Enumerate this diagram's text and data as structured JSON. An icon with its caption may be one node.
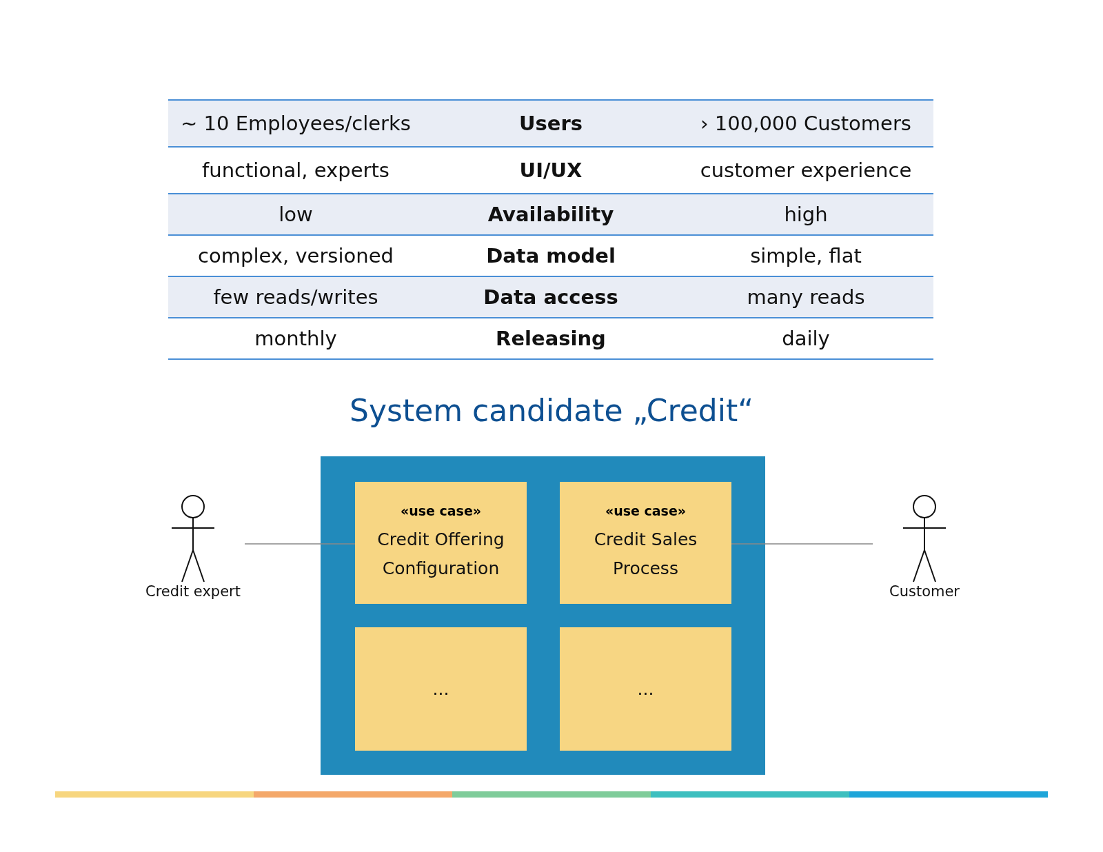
{
  "diagram": {
    "title": "System candidate „Credit“",
    "nodes": [
      {
        "text": [],
        "shape": "box"
      },
      {
        "text": [
          "«use case»",
          "Credit Offering Configuration"
        ],
        "in": 0
      },
      {
        "text": [
          "«use case»",
          "Credit Sales Process"
        ],
        "in": 0
      },
      {
        "text": [
          "..."
        ],
        "in": 0
      },
      {
        "text": [
          "..."
        ],
        "in": 0
      },
      {
        "text": [
          "Credit expert"
        ]
      },
      {
        "text": [
          "Customer"
        ]
      }
    ],
    "edges": [
      {
        "from": 5,
        "to": 1,
        "arrow": "none"
      },
      {
        "from": 2,
        "to": 6,
        "arrow": "none"
      }
    ],
    "labels": [
      "~ 10 Employees/clerks",
      "Users",
      "› 100,000 Customers",
      "functional, experts",
      "UI/UX",
      "customer experience",
      "low",
      "Availability",
      "high",
      "complex, versioned",
      "Data model",
      "simple, flat",
      "few reads/writes",
      "Data access",
      "many reads",
      "monthly",
      "Releasing",
      "daily"
    ]
  }
}
